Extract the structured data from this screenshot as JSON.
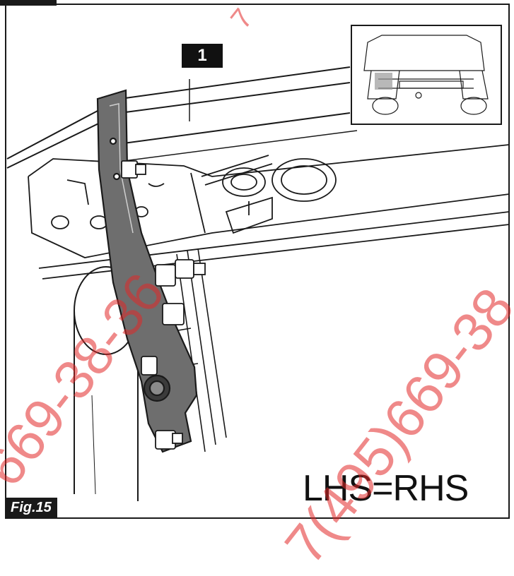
{
  "figure": {
    "label": "Fig.15",
    "callout": "1",
    "side_note": "LHS=RHS"
  },
  "watermark": {
    "left_text": "669-38-36",
    "right_text": "7(495)669-38",
    "top_text": "7"
  },
  "colors": {
    "outline": "#1a1a1a",
    "part_fill": "#6e6e6e",
    "watermark": "#e22828",
    "background": "#ffffff"
  }
}
